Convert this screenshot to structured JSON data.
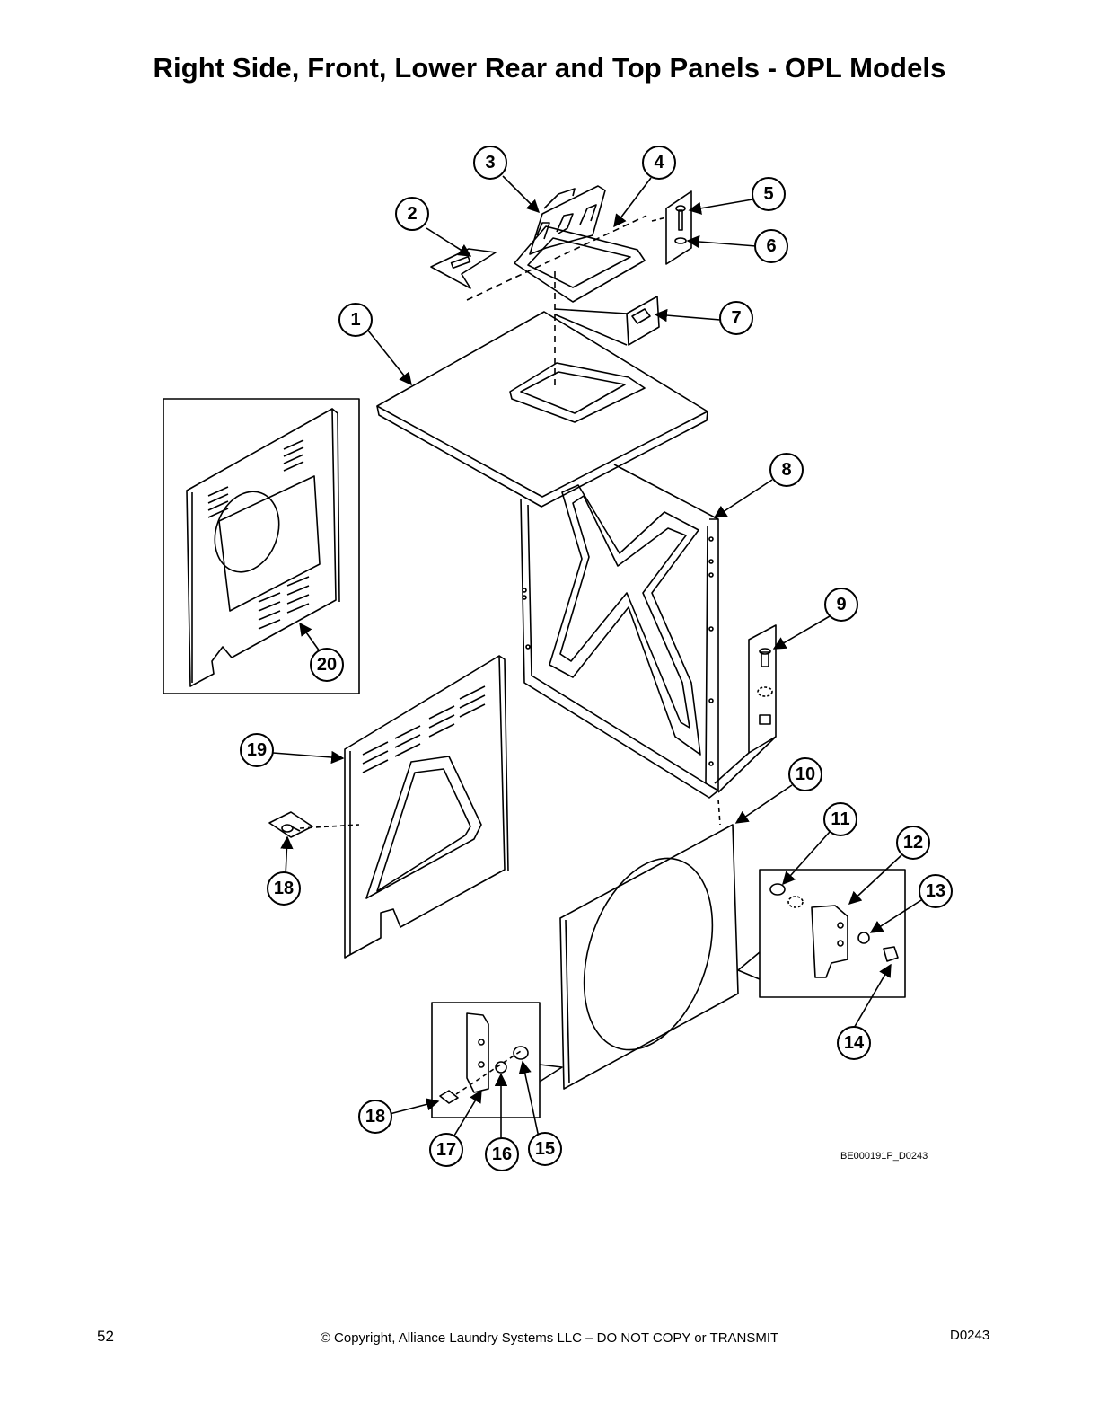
{
  "page": {
    "title": "Right Side, Front, Lower Rear and Top Panels - OPL Models",
    "figure_code": "BE000191P_D0243",
    "footer": {
      "page_number": "52",
      "copyright": "© Copyright, Alliance Laundry Systems LLC – DO NOT COPY or TRANSMIT",
      "doc_code": "D0243"
    }
  },
  "diagram": {
    "callouts": [
      {
        "id": "c1",
        "label": "1"
      },
      {
        "id": "c2",
        "label": "2"
      },
      {
        "id": "c3",
        "label": "3"
      },
      {
        "id": "c4",
        "label": "4"
      },
      {
        "id": "c5",
        "label": "5"
      },
      {
        "id": "c6",
        "label": "6"
      },
      {
        "id": "c7",
        "label": "7"
      },
      {
        "id": "c8",
        "label": "8"
      },
      {
        "id": "c9",
        "label": "9"
      },
      {
        "id": "c10",
        "label": "10"
      },
      {
        "id": "c11",
        "label": "11"
      },
      {
        "id": "c12",
        "label": "12"
      },
      {
        "id": "c13",
        "label": "13"
      },
      {
        "id": "c14",
        "label": "14"
      },
      {
        "id": "c15",
        "label": "15"
      },
      {
        "id": "c16",
        "label": "16"
      },
      {
        "id": "c17",
        "label": "17"
      },
      {
        "id": "c18a",
        "label": "18"
      },
      {
        "id": "c18b",
        "label": "18"
      },
      {
        "id": "c19",
        "label": "19"
      },
      {
        "id": "c20",
        "label": "20"
      }
    ]
  }
}
